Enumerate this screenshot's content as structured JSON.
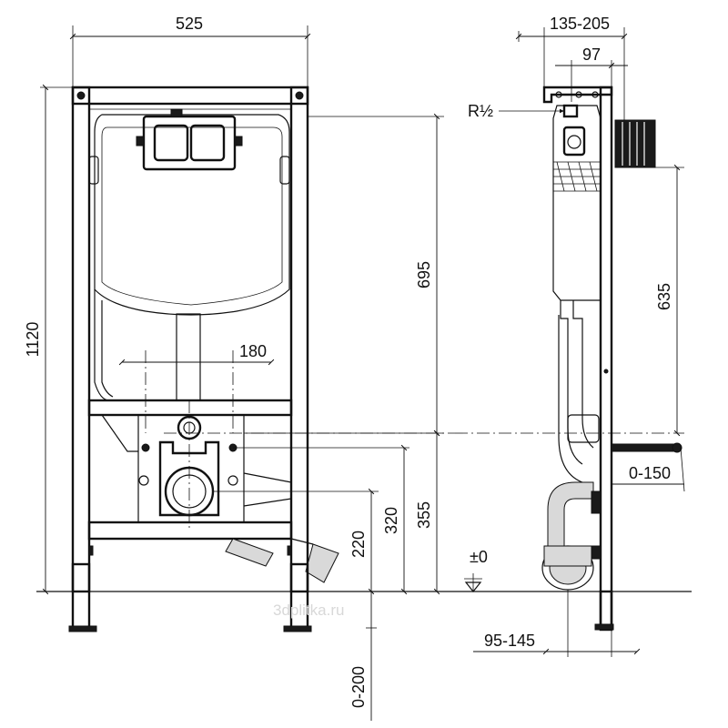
{
  "dimensions": {
    "width_525": "525",
    "height_1120": "1120",
    "height_695": "695",
    "spacing_180": "180",
    "height_355": "355",
    "height_320": "320",
    "height_220": "220",
    "range_0_200": "0-200",
    "depth_135_205": "135-205",
    "depth_97": "97",
    "thread_r": "R½",
    "height_635": "635",
    "range_0_150": "0-150",
    "range_95_145": "95-145",
    "floor_level": "±0"
  },
  "watermark": "3dplitka.ru",
  "colors": {
    "line": "#111111",
    "background": "#ffffff"
  }
}
